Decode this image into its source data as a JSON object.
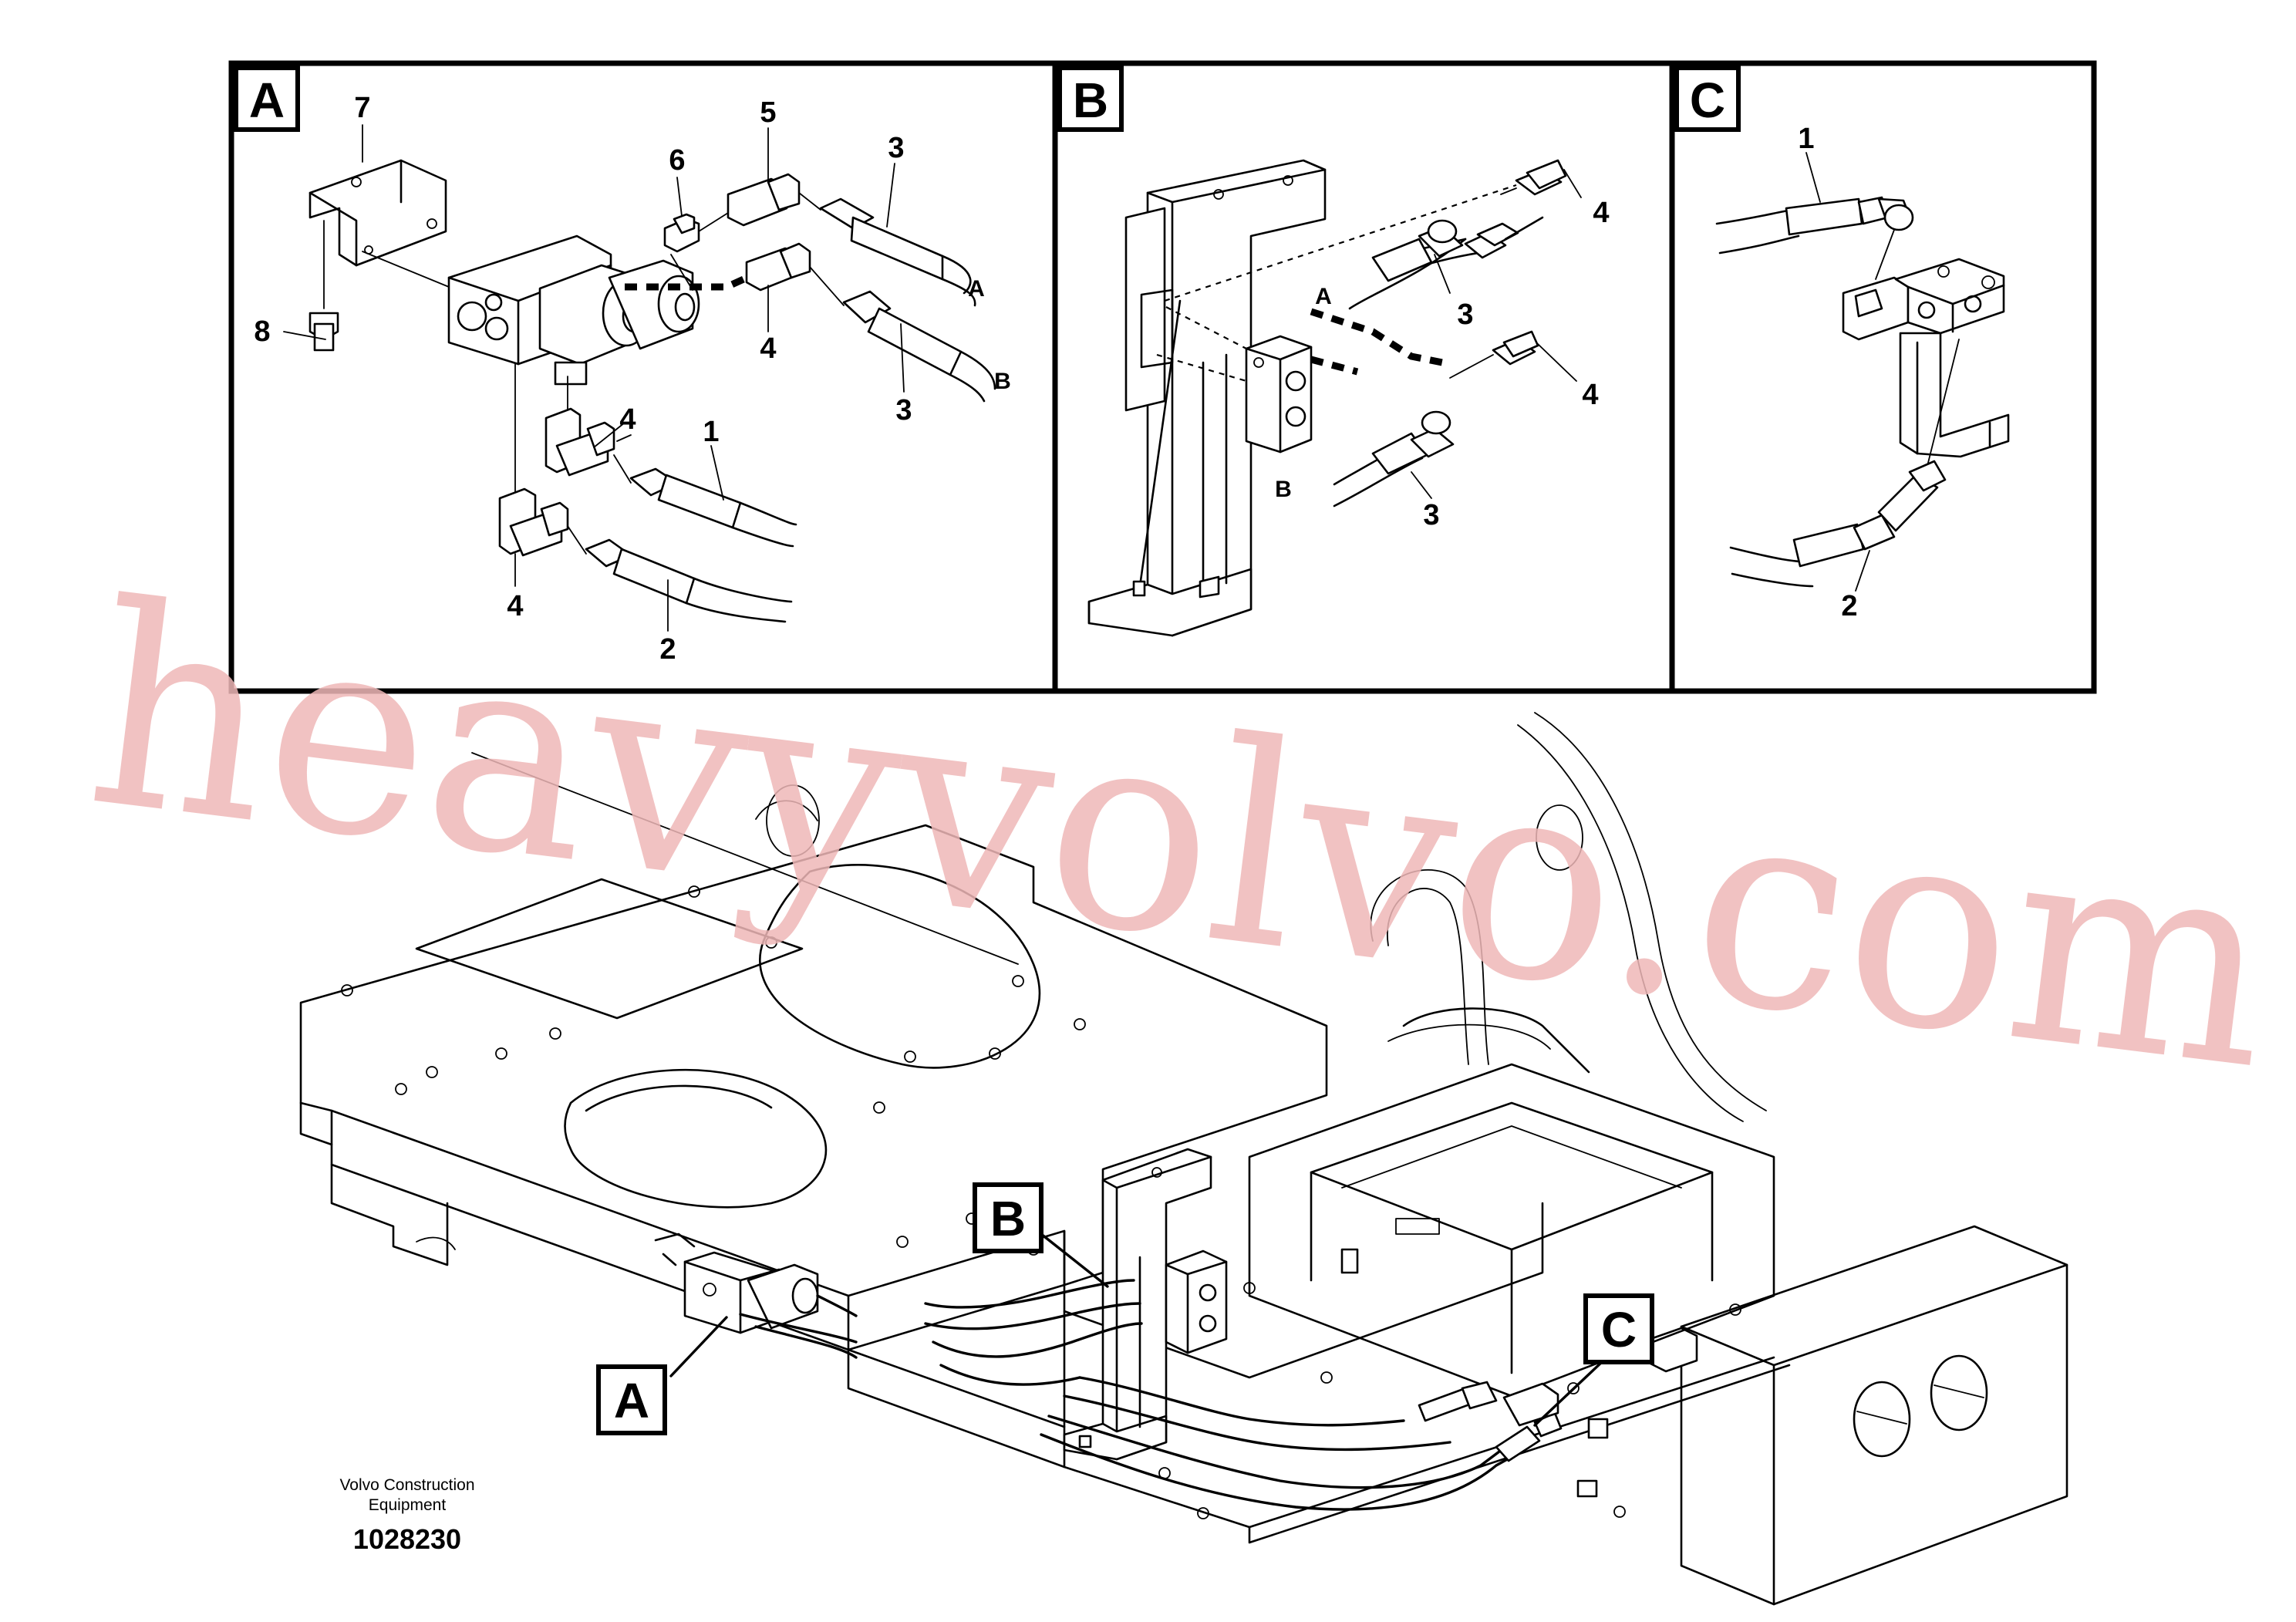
{
  "panels": [
    {
      "id": "A",
      "label": "A"
    },
    {
      "id": "B",
      "label": "B"
    },
    {
      "id": "C",
      "label": "C"
    }
  ],
  "callouts_a": [
    "7",
    "8",
    "6",
    "5",
    "3",
    "4",
    "3",
    "4",
    "1",
    "4",
    "2"
  ],
  "port_labels_a": [
    "A",
    "B"
  ],
  "callouts_b": [
    "4",
    "3",
    "4",
    "3"
  ],
  "port_labels_b": [
    "A",
    "B"
  ],
  "callouts_c": [
    "1",
    "2"
  ],
  "overview_tags": [
    "B",
    "A",
    "C"
  ],
  "watermark": "heavyvolvo.com",
  "footer": {
    "publisher_line1": "Volvo Construction",
    "publisher_line2": "Equipment",
    "reference": "1028230"
  }
}
